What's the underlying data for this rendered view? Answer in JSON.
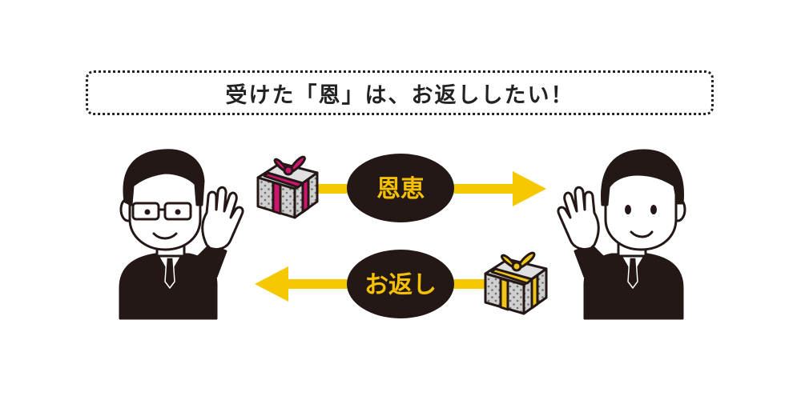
{
  "caption": "受けた「恩」は、お返ししたい！",
  "flows": {
    "top_label": "恩恵",
    "bottom_label": "お返し"
  },
  "colors": {
    "arrow": "#f5c800",
    "pill": "#231815",
    "label": "#f5c000",
    "gift_ribbon_top": "#d0156e",
    "gift_ribbon_bottom": "#f0c419",
    "gift_box": "#c8c8c8"
  },
  "icons": {
    "left_person": "man-with-glasses-waving-icon",
    "right_person": "man-waving-icon",
    "gift_top": "gift-box-pink-ribbon-icon",
    "gift_bottom": "gift-box-yellow-ribbon-icon"
  }
}
